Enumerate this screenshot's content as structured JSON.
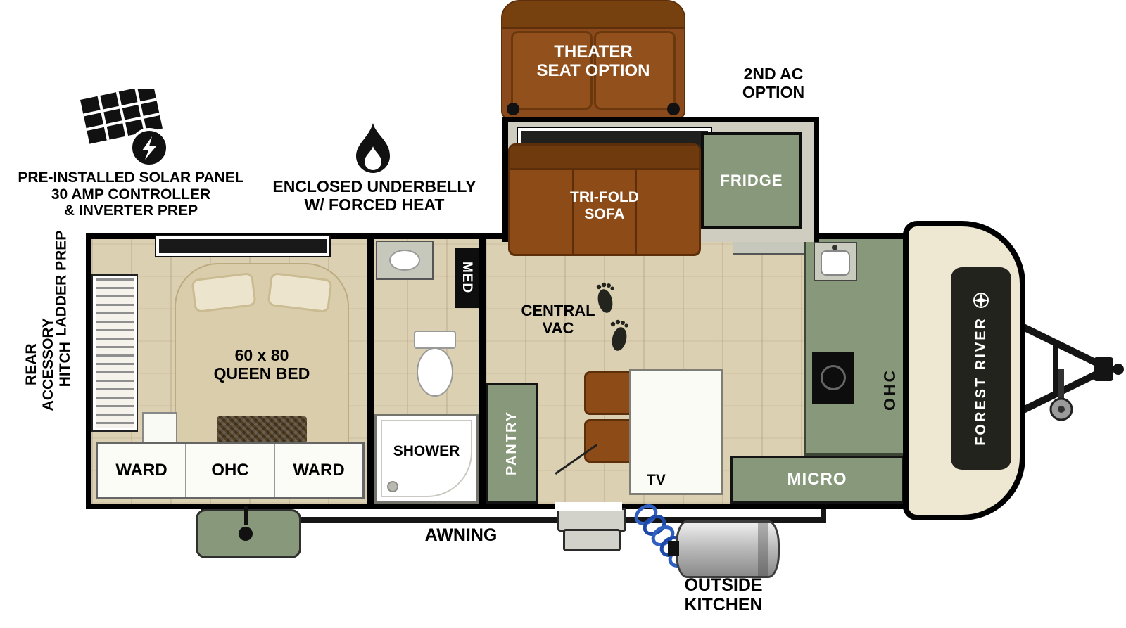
{
  "colors": {
    "cabinet_green": "#87987b",
    "sofa_brown": "#8d4c17",
    "floor_tan": "#dcd0b3",
    "line_black": "#111111"
  },
  "annotations": {
    "theater_seat": "THEATER\nSEAT OPTION",
    "second_ac": "2ND AC\nOPTION",
    "solar": "PRE-INSTALLED SOLAR PANEL\n30 AMP CONTROLLER\n& INVERTER PREP",
    "underbelly": "ENCLOSED UNDERBELLY\nW/ FORCED HEAT",
    "awning": "AWNING",
    "outside_kitchen": "OUTSIDE\nKITCHEN",
    "ladder_prep": "LADDER PREP",
    "rear_hitch": "REAR ACCESSORY\nHITCH"
  },
  "slideout": {
    "sofa": "TRI-FOLD\nSOFA",
    "fridge": "FRIDGE"
  },
  "bedroom": {
    "bed": "60 x 80\nQUEEN BED",
    "ward_left": "WARD",
    "ohc": "OHC",
    "ward_right": "WARD"
  },
  "bathroom": {
    "med": "MED",
    "shower": "SHOWER"
  },
  "kitchen": {
    "central_vac": "CENTRAL\nVAC",
    "pantry": "PANTRY",
    "tv": "TV",
    "micro": "MICRO",
    "ohc": "OHC"
  },
  "exterior": {
    "brand": "FOREST RIVER"
  }
}
